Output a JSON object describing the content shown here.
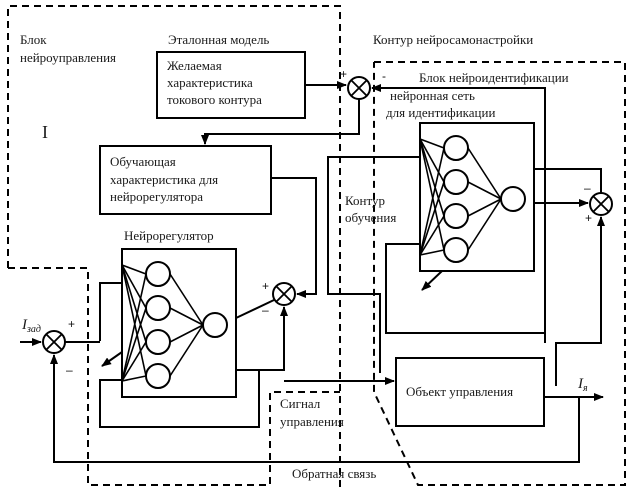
{
  "regions": {
    "neuro_control_block": "Блок\nнейроуправления",
    "self_tuning_loop": "Контур нейросамонастройки",
    "identification_block": "Блок нейроидентификации",
    "learning_loop": "Контур\nобучения",
    "control_signal": "Сигнал\nуправления",
    "feedback": "Обратная связь"
  },
  "blocks": {
    "reference_model_title": "Эталонная модель",
    "reference_model": "Желаемая\nхарактеристика\nтокового контура",
    "training_char": "Обучающая\nхарактеристика для\nнейрорегулятора",
    "neuro_regulator_title": "Нейрорегулятор",
    "ident_net_title": "нейронная сеть\nдля идентификации",
    "plant": "Объект управления"
  },
  "signals": {
    "setpoint_main": "I",
    "setpoint_sub": "зад",
    "output_main": "I",
    "output_sub": "я",
    "cursor_mark": "I"
  },
  "signs": {
    "sum_ref_plus": "+",
    "sum_ref_minus": "-",
    "sum_input_plus": "+",
    "sum_input_minus": "–",
    "sum_reg_plus": "+",
    "sum_reg_minus": "–",
    "sum_id_minus": "–",
    "sum_id_plus": "+"
  },
  "network": {
    "hidden_neurons": 4,
    "output_neurons": 1
  }
}
